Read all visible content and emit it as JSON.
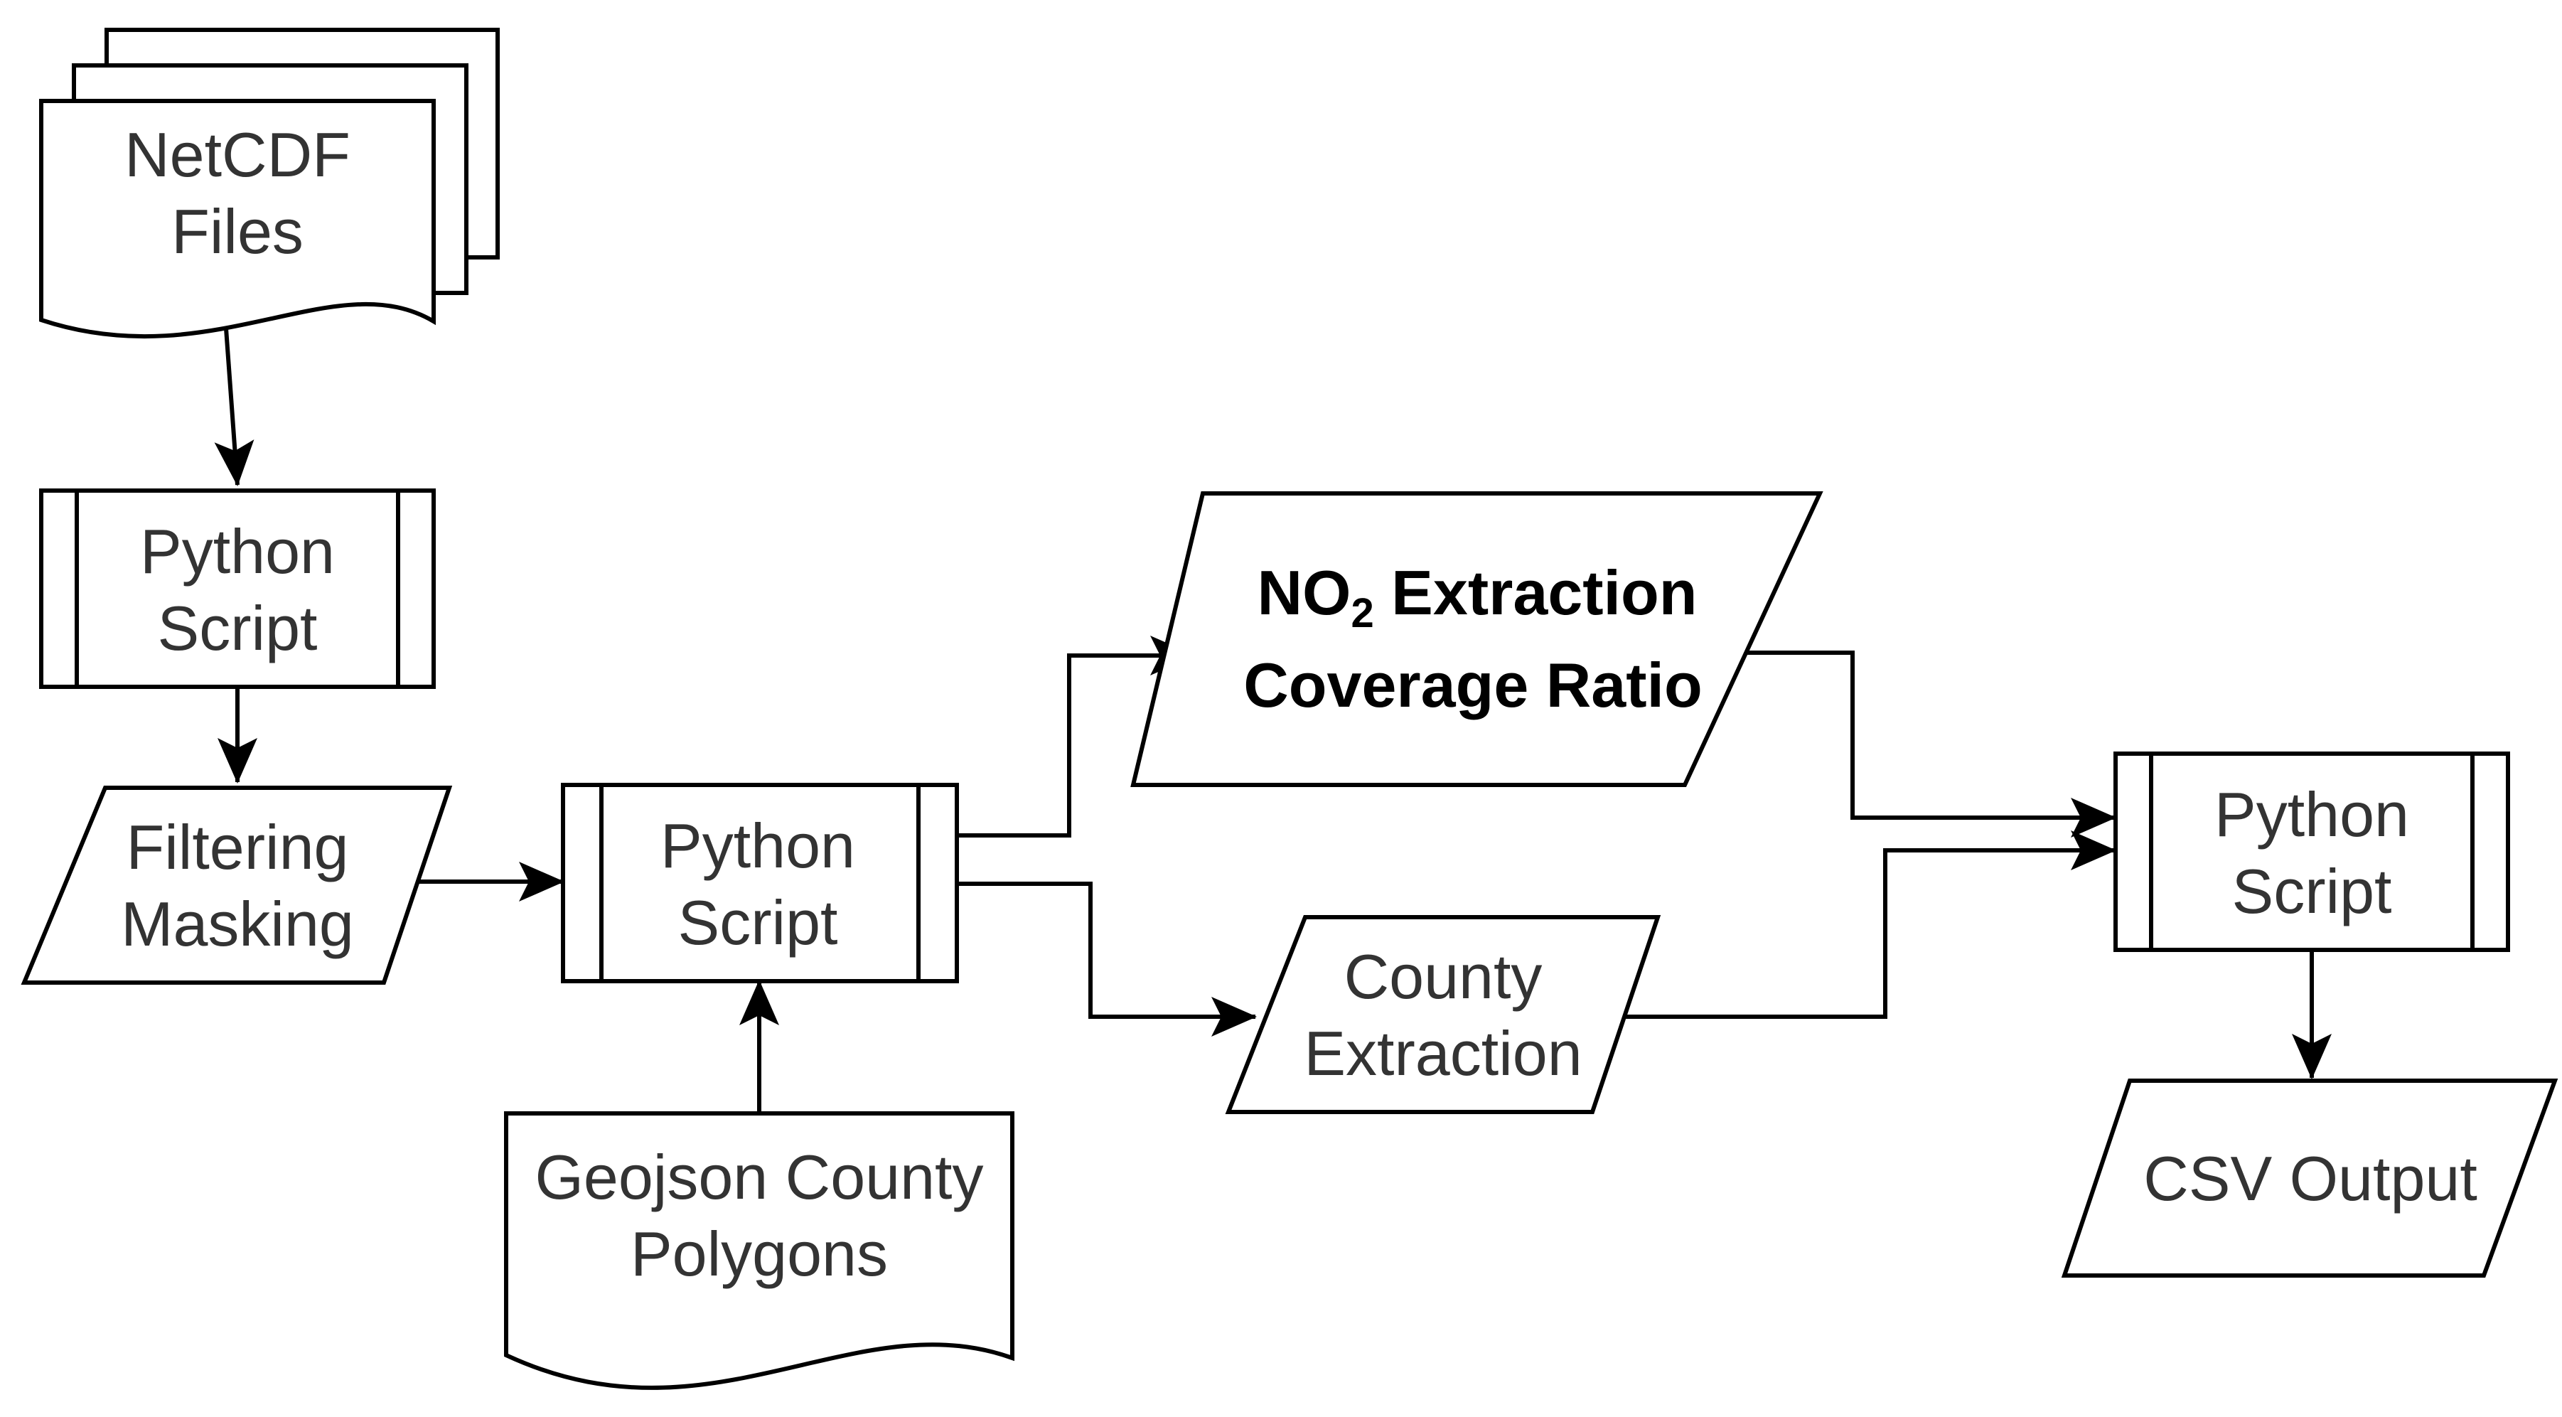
{
  "nodes": {
    "netcdf_files": {
      "line1": "NetCDF",
      "line2": "Files"
    },
    "python_script_1": {
      "line1": "Python",
      "line2": "Script"
    },
    "filtering_masking": {
      "line1": "Filtering",
      "line2": "Masking"
    },
    "python_script_2": {
      "line1": "Python",
      "line2": "Script"
    },
    "geojson_polygons": {
      "line1": "Geojson County",
      "line2": "Polygons"
    },
    "no2_extraction": {
      "no": "NO",
      "subscript": "2",
      "rest": " Extraction",
      "line2": "Coverage Ratio"
    },
    "county_extraction": {
      "line1": "County",
      "line2": "Extraction"
    },
    "python_script_3": {
      "line1": "Python",
      "line2": "Script"
    },
    "csv_output": {
      "line1": "CSV Output"
    }
  },
  "edges": [
    {
      "from": "NetCDF Files",
      "to": "Python Script"
    },
    {
      "from": "Python Script",
      "to": "Filtering Masking"
    },
    {
      "from": "Filtering Masking",
      "to": "Python Script"
    },
    {
      "from": "Geojson County Polygons",
      "to": "Python Script"
    },
    {
      "from": "Python Script",
      "to": "NO2 Extraction Coverage Ratio"
    },
    {
      "from": "Python Script",
      "to": "County Extraction"
    },
    {
      "from": "NO2 Extraction Coverage Ratio",
      "to": "Python Script"
    },
    {
      "from": "County Extraction",
      "to": "Python Script"
    },
    {
      "from": "Python Script",
      "to": "CSV Output"
    }
  ]
}
